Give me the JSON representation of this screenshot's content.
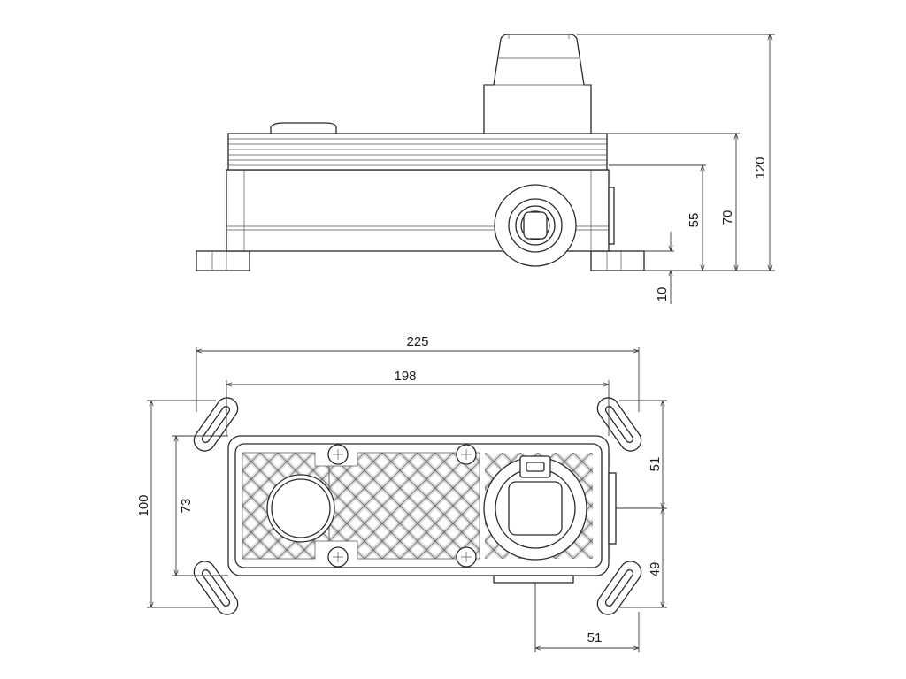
{
  "colors": {
    "line": "#2a2a2a",
    "dimension": "#3a3a3a",
    "background": "#ffffff"
  },
  "side_view": {
    "dimensions": {
      "height_total": "120",
      "height_top": "70",
      "height_outlet": "55",
      "height_base": "10"
    }
  },
  "top_view": {
    "dimensions": {
      "overall_width": "225",
      "inner_width": "198",
      "overall_depth": "100",
      "inner_depth": "73",
      "right_upper": "51",
      "right_lower": "49",
      "bottom_offset": "51"
    }
  }
}
